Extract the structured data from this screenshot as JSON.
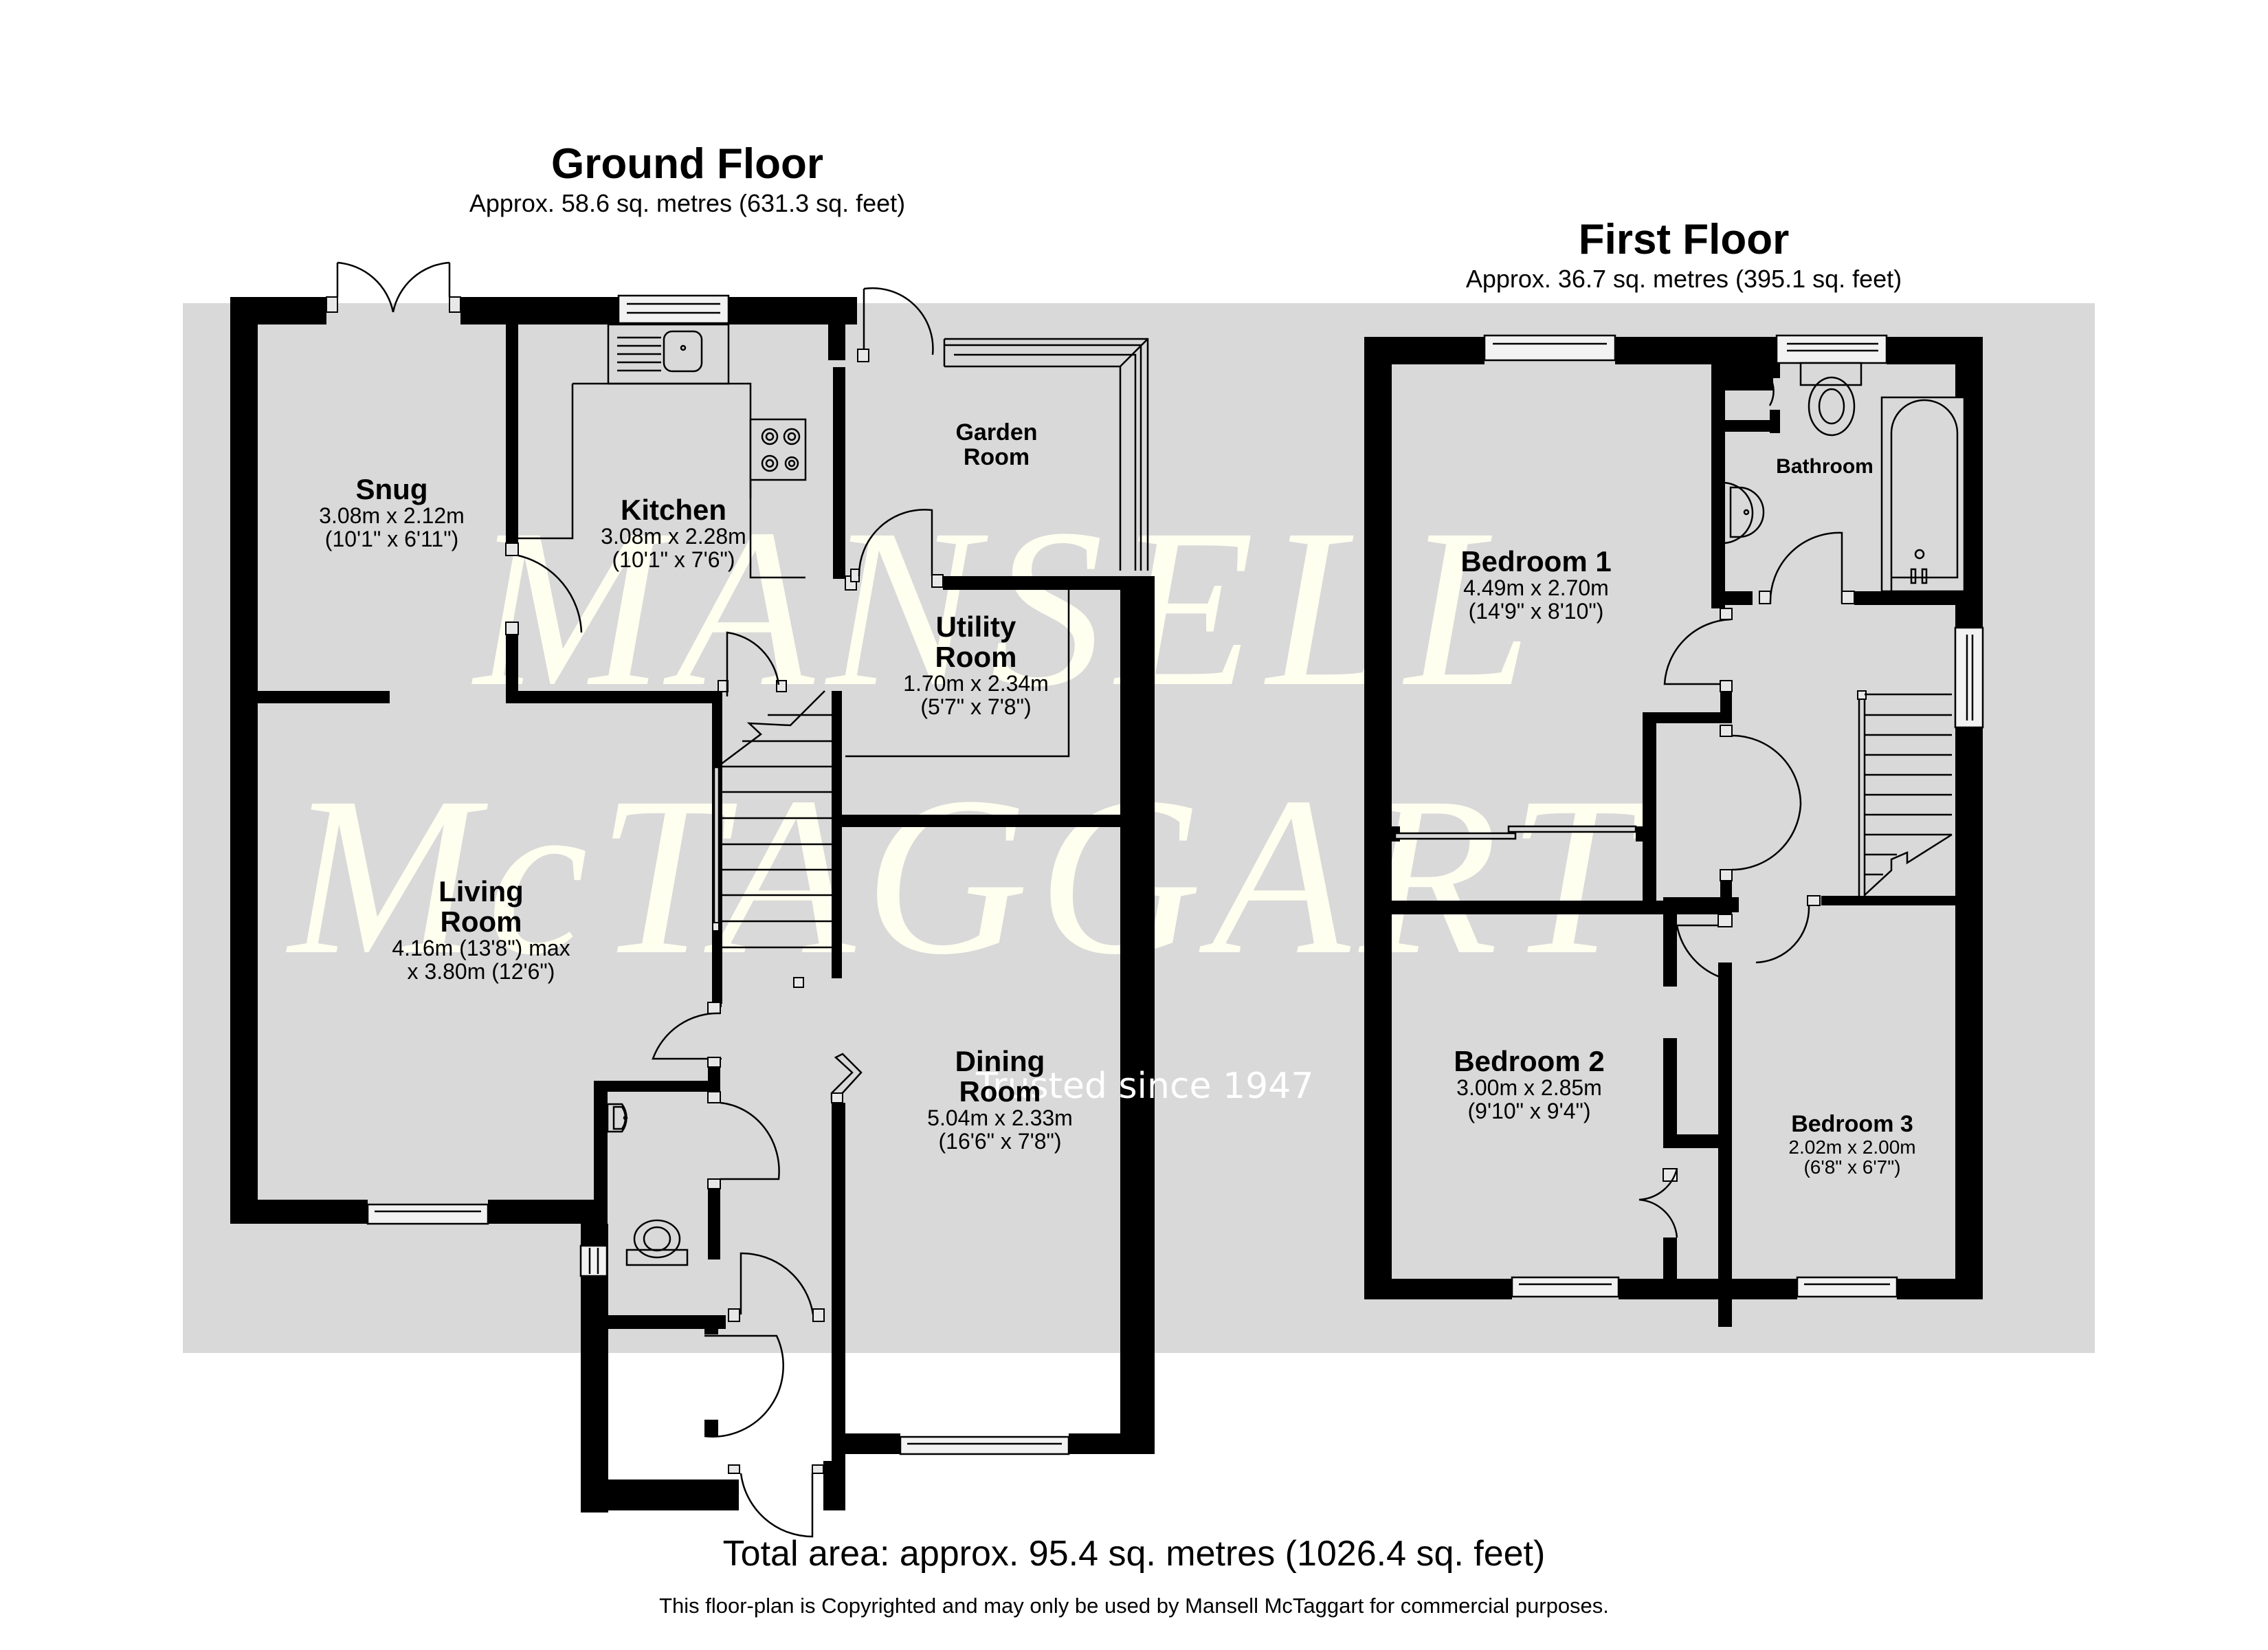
{
  "ground_floor": {
    "title": "Ground Floor",
    "area": "Approx. 58.6 sq. metres (631.3 sq. feet)",
    "rooms": {
      "snug": {
        "name": "Snug",
        "dim_m": "3.08m x 2.12m",
        "dim_ft": "(10'1\" x 6'11\")"
      },
      "kitchen": {
        "name": "Kitchen",
        "dim_m": "3.08m x 2.28m",
        "dim_ft": "(10'1\" x 7'6\")"
      },
      "garden_room": {
        "name_line1": "Garden",
        "name_line2": "Room"
      },
      "utility_room": {
        "name_line1": "Utility",
        "name_line2": "Room",
        "dim_m": "1.70m x 2.34m",
        "dim_ft": "(5'7\" x 7'8\")"
      },
      "living_room": {
        "name_line1": "Living",
        "name_line2": "Room",
        "dim_line1": "4.16m (13'8\") max",
        "dim_line2": "x 3.80m (12'6\")"
      },
      "dining_room": {
        "name_line1": "Dining",
        "name_line2": "Room",
        "dim_m": "5.04m x 2.33m",
        "dim_ft": "(16'6\" x 7'8\")"
      }
    }
  },
  "first_floor": {
    "title": "First Floor",
    "area": "Approx. 36.7 sq. metres (395.1 sq. feet)",
    "rooms": {
      "bedroom_1": {
        "name": "Bedroom 1",
        "dim_m": "4.49m x 2.70m",
        "dim_ft": "(14'9\" x 8'10\")"
      },
      "bathroom": {
        "name": "Bathroom"
      },
      "bedroom_2": {
        "name": "Bedroom 2",
        "dim_m": "3.00m x 2.85m",
        "dim_ft": "(9'10\" x 9'4\")"
      },
      "bedroom_3": {
        "name": "Bedroom 3",
        "dim_m": "2.02m x 2.00m",
        "dim_ft": "(6'8\" x 6'7\")"
      }
    }
  },
  "watermark": {
    "line1": "MANSELL",
    "line2": "McTAGGART",
    "tagline": "Trusted since 1947"
  },
  "footer": {
    "total_area": "Total area: approx. 95.4 sq. metres (1026.4 sq. feet)",
    "copyright": "This floor-plan is Copyrighted and may only be used by Mansell McTaggart for commercial purposes."
  },
  "colors": {
    "background_panel": "#d9d9d9",
    "walls": "#000000",
    "watermark": "#fffff0"
  }
}
